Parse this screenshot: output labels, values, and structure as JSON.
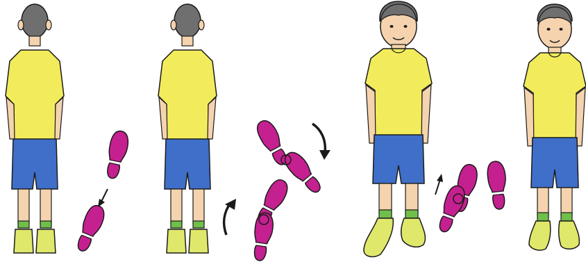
{
  "figure": {
    "panels": [
      {
        "id": "step-1",
        "figure_view": "back",
        "footprint_direction": "down-left"
      },
      {
        "id": "step-2",
        "figure_view": "back",
        "rotation": "clockwise-turn"
      },
      {
        "id": "step-3",
        "figure_view": "front",
        "footprint_direction": "up"
      },
      {
        "id": "step-4",
        "figure_view": "front"
      }
    ],
    "colors": {
      "shirt": "#f2ec5c",
      "shorts": "#3f6fc9",
      "skin": "#f4d3ae",
      "hair": "#6f6f6f",
      "footprint": "#c4208f",
      "shoe": "#dfe86a",
      "sock": "#6fbf4a",
      "outline": "#1a1a1a"
    }
  }
}
